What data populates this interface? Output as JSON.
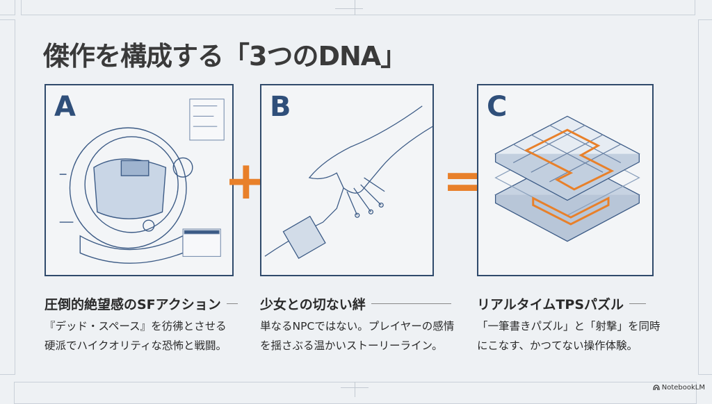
{
  "title": "傑作を構成する「3つのDNA」",
  "operators": {
    "plus": "+",
    "equals": "="
  },
  "panels": [
    {
      "letter": "A",
      "icon": "space-helmet-illustration",
      "caption": "圧倒的絶望感のSFアクション",
      "desc": [
        "『デッド・スペース』を彷彿とさせる",
        "硬派でハイクオリティな恐怖と戦闘。"
      ]
    },
    {
      "letter": "B",
      "icon": "robot-hand-illustration",
      "caption": "少女との切ない絆",
      "desc": [
        "単なるNPCではない。プレイヤーの感情",
        "を揺さぶる温かいストーリーライン。"
      ]
    },
    {
      "letter": "C",
      "icon": "puzzle-layers-illustration",
      "caption": "リアルタイムTPSパズル",
      "desc": [
        "「一筆書きパズル」と「射撃」を同時",
        "にこなす、かつてない操作体験。"
      ]
    }
  ],
  "brand": "NotebookLM",
  "colors": {
    "accent": "#e8802a",
    "navy": "#2f4a6b",
    "background": "#eef1f4"
  }
}
